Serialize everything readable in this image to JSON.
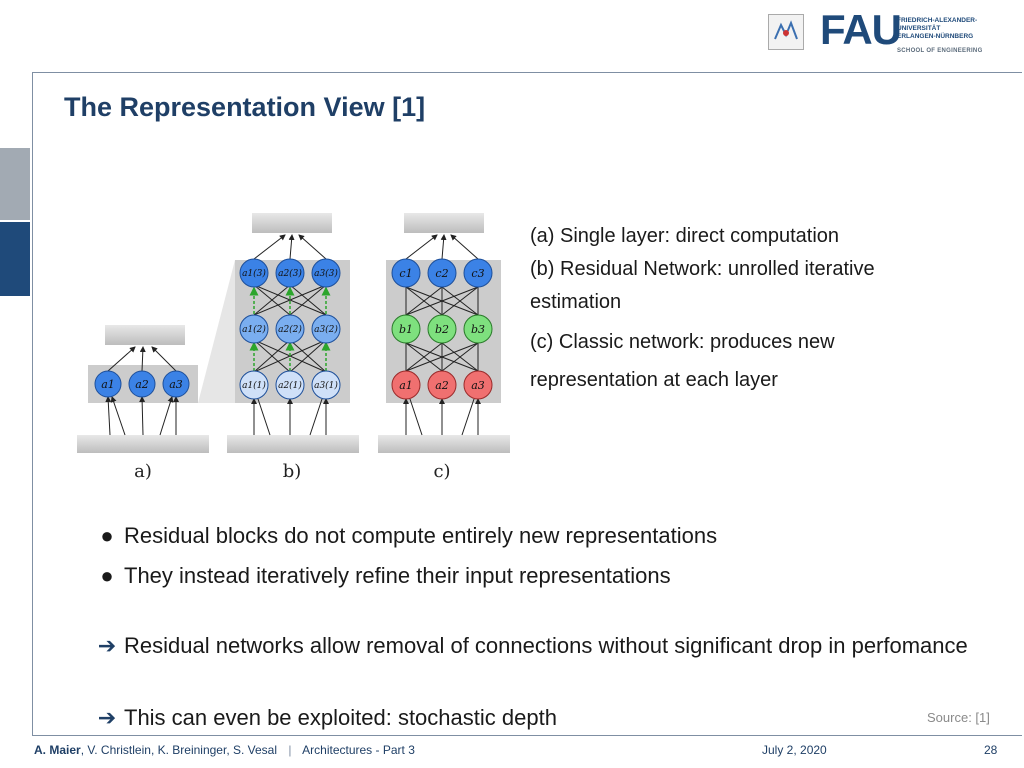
{
  "header": {
    "logo_text": "FAU",
    "university_lines": [
      "FRIEDRICH-ALEXANDER-",
      "UNIVERSITÄT",
      "ERLANGEN-NÜRNBERG"
    ],
    "school": "SCHOOL OF ENGINEERING"
  },
  "slide": {
    "title": "The Representation View [1]",
    "figure": {
      "panel_labels": [
        "a)",
        "b)",
        "c)"
      ],
      "panel_a_nodes": [
        "a1",
        "a2",
        "a3"
      ],
      "panel_b_rows": [
        [
          "a1(3)",
          "a2(3)",
          "a3(3)"
        ],
        [
          "a1(2)",
          "a2(2)",
          "a3(2)"
        ],
        [
          "a1(1)",
          "a2(1)",
          "a3(1)"
        ]
      ],
      "panel_c_rows": [
        [
          "c1",
          "c2",
          "c3"
        ],
        [
          "b1",
          "b2",
          "b3"
        ],
        [
          "a1",
          "a2",
          "a3"
        ]
      ],
      "colors": {
        "blue": "#3b82e6",
        "light_blue": "#b9d3f5",
        "mid_blue": "#7aaef0",
        "green": "#7ee07e",
        "red": "#f07070",
        "box": "#cccccc"
      }
    },
    "descriptions": [
      "(a) Single layer: direct computation",
      "(b) Residual Network: unrolled iterative estimation",
      "(c) Classic network: produces new representation at each layer"
    ],
    "bullets": [
      "Residual blocks do not compute entirely new representations",
      "They instead iteratively refine their input representations"
    ],
    "arrows": [
      "Residual networks allow removal of connections without significant drop in perfomance",
      "This can even be exploited: stochastic depth"
    ],
    "source": "Source: [1]"
  },
  "footer": {
    "author_bold": "A. Maier",
    "authors_rest": ", V. Christlein, K. Breininger, S. Vesal",
    "separator": "|",
    "course": "Architectures - Part 3",
    "date": "July 2, 2020",
    "page": "28"
  }
}
